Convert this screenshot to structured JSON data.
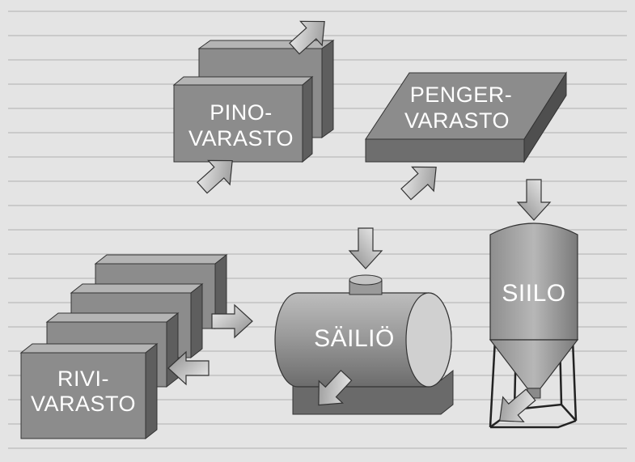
{
  "labels": {
    "pino_line1": "PINO-",
    "pino_line2": "VARASTO",
    "penger_line1": "PENGER-",
    "penger_line2": "VARASTO",
    "rivi_line1": "RIVI-",
    "rivi_line2": "VARASTO",
    "sailio": "SÄILIÖ",
    "siilo": "SIILO"
  },
  "colors": {
    "background": "#e4e4e4",
    "box_front": "#8c8c8c",
    "box_side": "#5e5e5e",
    "box_top": "#b4b4b4",
    "label": "#ffffff"
  }
}
